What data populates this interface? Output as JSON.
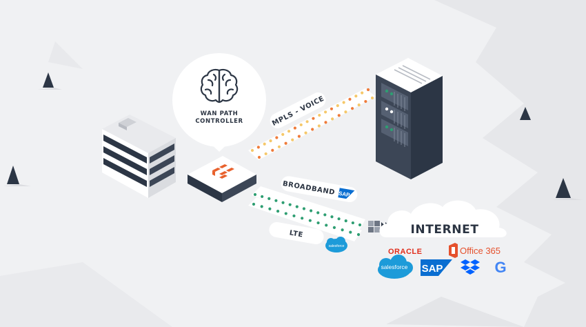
{
  "controller": {
    "line1": "WAN PATH",
    "line2": "CONTROLLER",
    "icon": "brain-icon"
  },
  "links": {
    "mpls": "MPLS - VOICE",
    "broadband": "BROADBAND",
    "lte": "LTE"
  },
  "cloud": {
    "title": "INTERNET"
  },
  "apps": {
    "oracle": "ORACLE",
    "office365": "Office 365",
    "salesforce": "salesforce",
    "sap": "SAP",
    "dropbox": "dropbox-icon",
    "google": "G"
  },
  "small_logos": {
    "broadband_sap": "SAP",
    "lte_salesforce": "salesforce"
  },
  "colors": {
    "background": "#f0f1f3",
    "navy": "#2c3645",
    "orange": "#e8612c",
    "mpls_dot_light": "#f5c86a",
    "mpls_dot_dark": "#ef7b3a",
    "broadband_dot": "#2e9e72",
    "salesforce_blue": "#1d9bd9",
    "sap_blue": "#0a6ed1",
    "oracle_red": "#e02d1b",
    "office_orange": "#e5512d",
    "dropbox_blue": "#0062ff"
  }
}
